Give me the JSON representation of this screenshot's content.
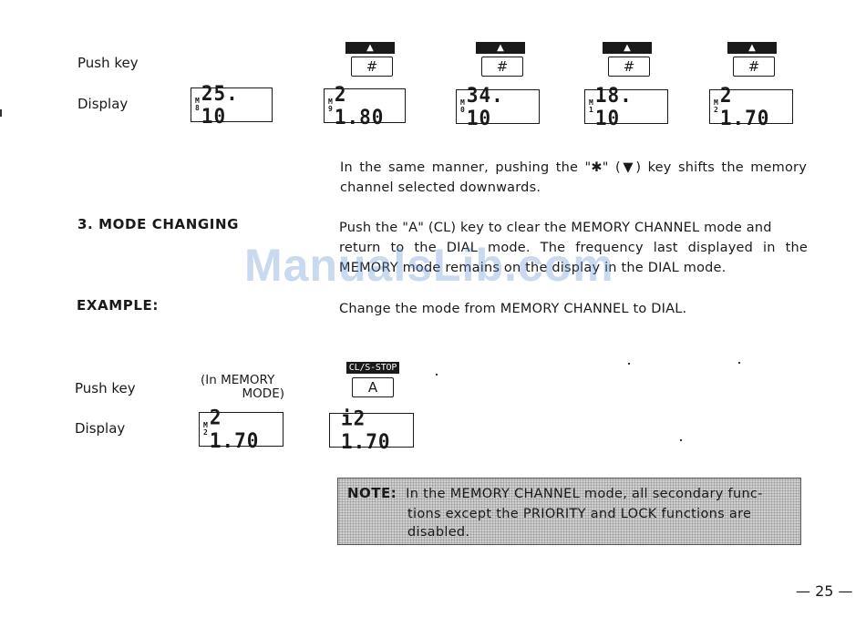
{
  "watermark": "ManualsLib.com",
  "row1": {
    "push_key_label": "Push key",
    "display_label": "Display",
    "keys": [
      {
        "tab_glyph": "▲",
        "cap": "#"
      },
      {
        "tab_glyph": "▲",
        "cap": "#"
      },
      {
        "tab_glyph": "▲",
        "cap": "#"
      },
      {
        "tab_glyph": "▲",
        "cap": "#"
      }
    ],
    "displays": [
      {
        "ch_top": "M",
        "ch_bot": "8",
        "freq": "25. 10"
      },
      {
        "ch_top": "M",
        "ch_bot": "9",
        "freq": "2 1.80"
      },
      {
        "ch_top": "M",
        "ch_bot": "0",
        "freq": "34. 10"
      },
      {
        "ch_top": "M",
        "ch_bot": "1",
        "freq": "18. 10"
      },
      {
        "ch_top": "M",
        "ch_bot": "2",
        "freq": "2 1.70"
      }
    ]
  },
  "paragraph_shift": "In the same manner, pushing the \"✱\" (▼) key shifts the memory channel selected downwards.",
  "section3": {
    "heading": "3. MODE CHANGING",
    "text_line1": "Push the \"A\" (CL) key to clear the MEMORY CHANNEL mode and",
    "text_line2": "return to the DIAL mode.  The frequency last displayed in the",
    "text_line3": "MEMORY mode remains on the display in the DIAL mode."
  },
  "example": {
    "heading": "EXAMPLE:",
    "text": "Change the mode from MEMORY CHANNEL to DIAL."
  },
  "row2": {
    "push_key_label": "Push key",
    "display_label": "Display",
    "mode_note_line1": "(In MEMORY",
    "mode_note_line2": "MODE)",
    "key_tab": "CL/S-STOP",
    "key_cap": "A",
    "display_memory": {
      "ch_top": "M",
      "ch_bot": "2",
      "freq": "2 1.70"
    },
    "display_dial": {
      "freq": "i2 1.70"
    }
  },
  "note": {
    "label": "NOTE:",
    "line1": "In the MEMORY CHANNEL mode, all secondary func-",
    "line2": "tions except the PRIORITY and LOCK functions are",
    "line3": "disabled."
  },
  "page_number": "— 25 —"
}
